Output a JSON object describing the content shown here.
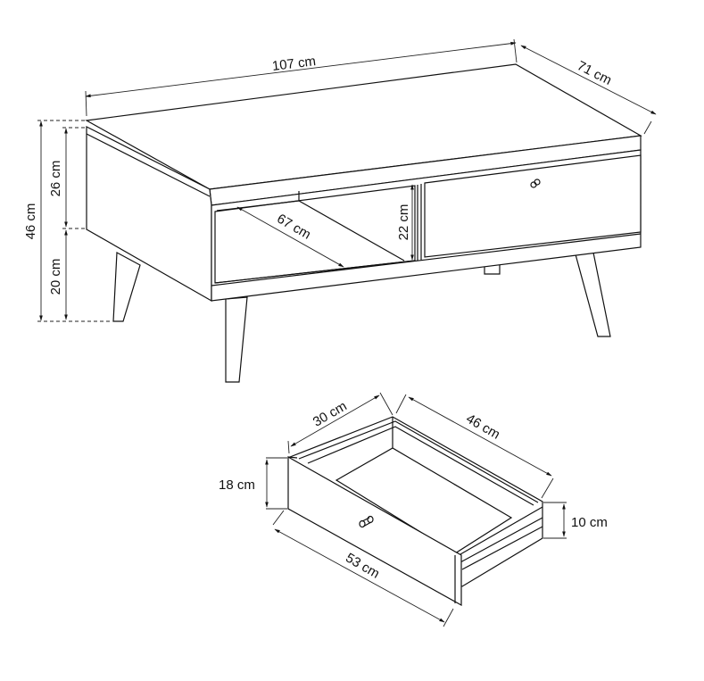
{
  "table": {
    "dimensions": {
      "width": "107 cm",
      "depth": "71 cm",
      "total_height": "46 cm",
      "body_height": "26 cm",
      "leg_height": "20 cm",
      "shelf_depth": "67 cm",
      "shelf_height": "22 cm"
    }
  },
  "drawer": {
    "dimensions": {
      "width": "30 cm",
      "depth": "46 cm",
      "front_height": "18 cm",
      "side_height": "10 cm",
      "front_width": "53 cm"
    }
  }
}
